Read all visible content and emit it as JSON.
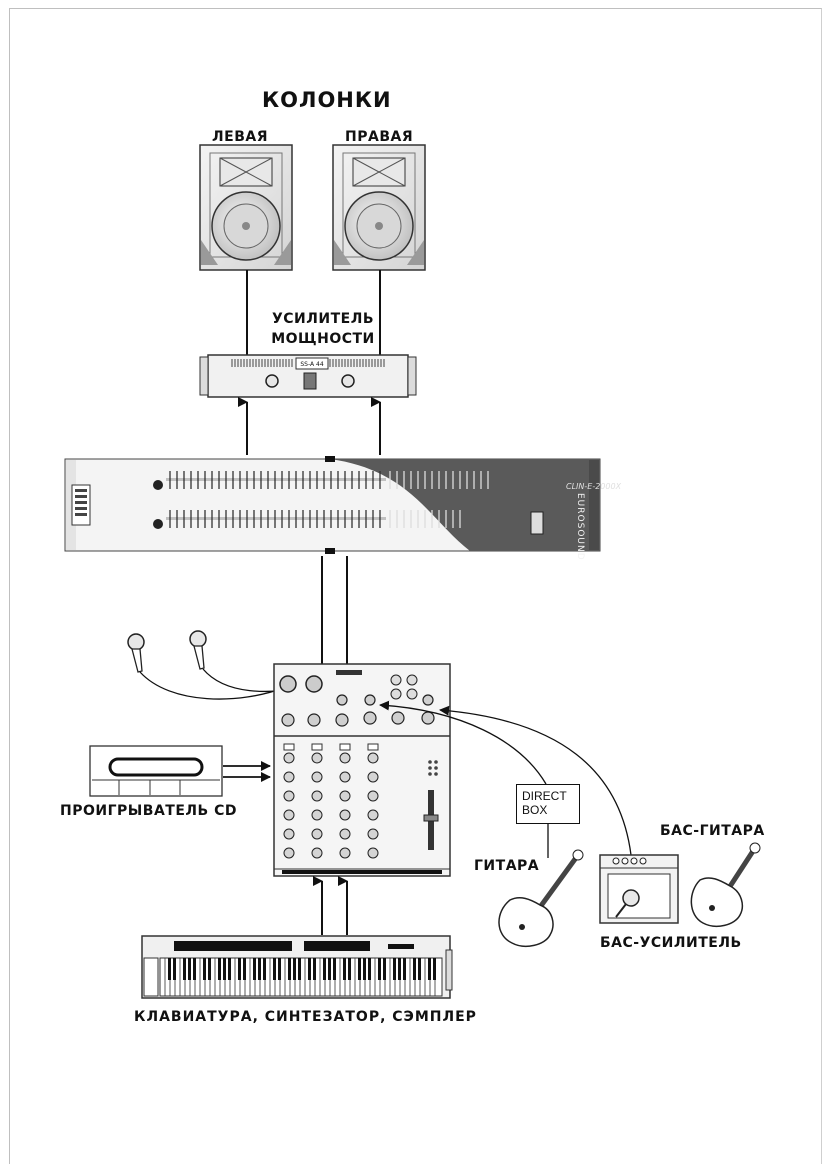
{
  "title": "КОЛОНКИ",
  "speakers": {
    "left": "ЛЕВАЯ",
    "right": "ПРАВАЯ"
  },
  "amplifier": {
    "line1": "УСИЛИТЕЛЬ",
    "line2": "МОЩНОСТИ",
    "badge": "SS-A 44"
  },
  "equalizer": {
    "brand": "EUROSOUND",
    "model": "CLIN-E-2000X"
  },
  "direct_box": {
    "line1": "DIRECT",
    "line2": "BOX"
  },
  "labels": {
    "cd_player": "ПРОИГРЫВАТЕЛЬ CD",
    "guitar": "ГИТАРА",
    "bass_guitar": "БАС-ГИТАРА",
    "bass_amp": "БАС-УСИЛИТЕЛЬ",
    "keyboard": "КЛАВИАТУРА, СИНТЕЗАТОР, СЭМПЛЕР"
  },
  "colors": {
    "ink": "#111111",
    "panel": "#f0f0f0",
    "eq_dark": "#5a5a5a"
  }
}
